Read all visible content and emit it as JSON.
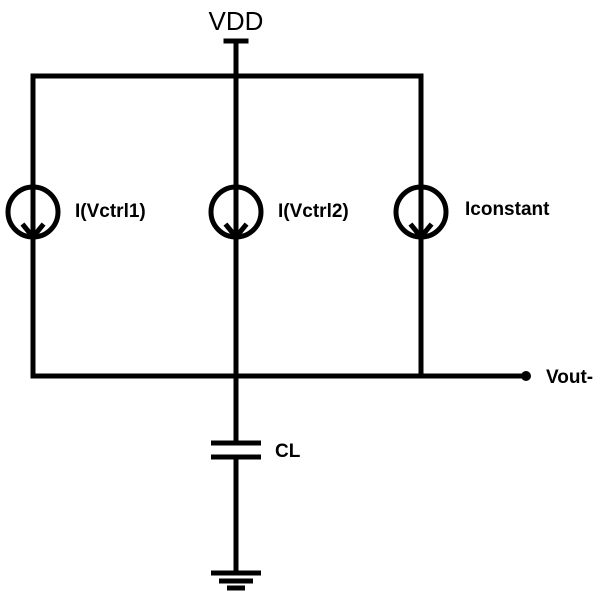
{
  "supply": {
    "label": "VDD"
  },
  "sources": [
    {
      "label": "I(Vctrl1)"
    },
    {
      "label": "I(Vctrl2)"
    },
    {
      "label": "Iconstant"
    }
  ],
  "capacitor": {
    "label": "CL"
  },
  "output": {
    "label": "Vout-"
  },
  "colors": {
    "wire": "#000000",
    "background": "#ffffff"
  }
}
